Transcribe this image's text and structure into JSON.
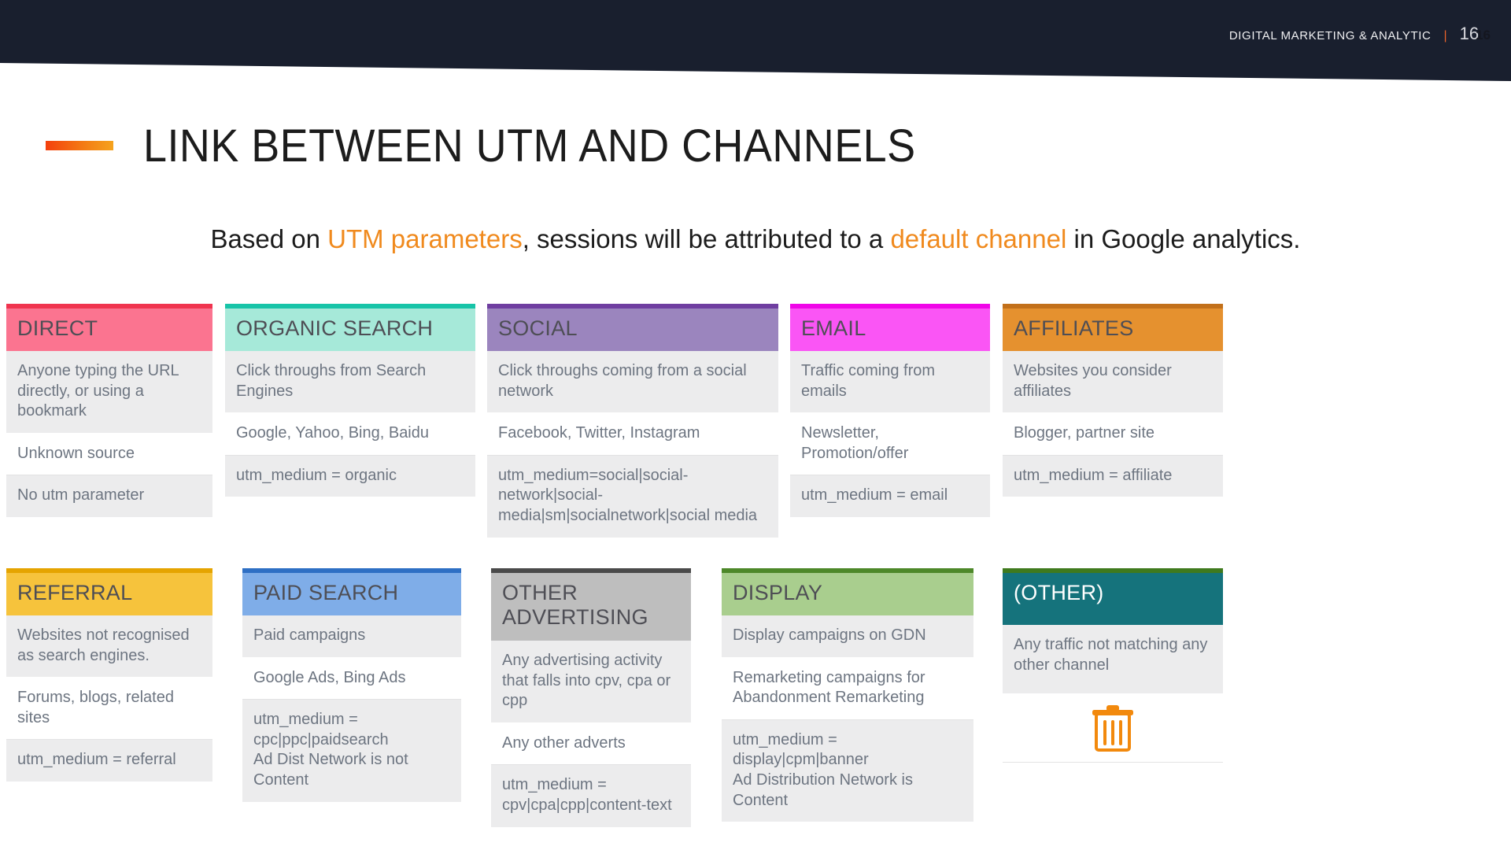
{
  "header": {
    "brand": "DIGITAL MARKETING & ANALYTIC",
    "separator": "|",
    "page_number": "16",
    "page_number_shadow": "16",
    "band_color": "#191F2E",
    "accent_color": "#E8622A"
  },
  "title": {
    "text": "LINK BETWEEN UTM AND CHANNELS",
    "accent_gradient_from": "#F4400E",
    "accent_gradient_to": "#F5A31E"
  },
  "subtitle": {
    "part1": "Based on ",
    "hl1": "UTM parameters",
    "part2": ", sessions will be attributed to a ",
    "hl2": "default channel",
    "part3": " in Google analytics.",
    "highlight_color": "#F08A1E"
  },
  "cards": [
    {
      "id": "direct",
      "title": "DIRECT",
      "header_bg": "#FB7490",
      "topbar": "#F0344F",
      "title_color": "#4e4e55",
      "rows": [
        {
          "text": "Anyone typing the URL directly, or using a bookmark",
          "shade": "gray"
        },
        {
          "text": "Unknown source",
          "shade": "white"
        },
        {
          "text": "No utm parameter",
          "shade": "gray"
        }
      ]
    },
    {
      "id": "organic-search",
      "title": "ORGANIC SEARCH",
      "header_bg": "#A6E9D9",
      "topbar": "#17C4A8",
      "title_color": "#4e4e55",
      "rows": [
        {
          "text": "Click throughs from Search Engines",
          "shade": "gray"
        },
        {
          "text": "Google, Yahoo, Bing, Baidu",
          "shade": "white"
        },
        {
          "text": "utm_medium = organic",
          "shade": "gray"
        }
      ]
    },
    {
      "id": "social",
      "title": "SOCIAL",
      "header_bg": "#9B85BE",
      "topbar": "#6F3EA0",
      "title_color": "#4e4e55",
      "rows": [
        {
          "text": "Click throughs coming from a social network",
          "shade": "gray"
        },
        {
          "text": "Facebook, Twitter, Instagram",
          "shade": "white"
        },
        {
          "text": "utm_medium=social|social-network|social-media|sm|socialnetwork|social media",
          "shade": "gray"
        }
      ]
    },
    {
      "id": "email",
      "title": "EMAIL",
      "header_bg": "#FA55F5",
      "topbar": "#F005E8",
      "title_color": "#4e4e55",
      "rows": [
        {
          "text": "Traffic  coming from emails",
          "shade": "gray"
        },
        {
          "text": "Newsletter, Promotion/offer",
          "shade": "white"
        },
        {
          "text": "utm_medium = email",
          "shade": "gray"
        }
      ]
    },
    {
      "id": "affiliates",
      "title": "AFFILIATES",
      "header_bg": "#E5912F",
      "topbar": "#C2701A",
      "title_color": "#4e4e55",
      "rows": [
        {
          "text": "Websites you consider affiliates",
          "shade": "gray"
        },
        {
          "text": "Blogger, partner site",
          "shade": "white"
        },
        {
          "text": "utm_medium = affiliate",
          "shade": "gray"
        }
      ]
    },
    {
      "id": "referral",
      "title": "REFERRAL",
      "header_bg": "#F6C33C",
      "topbar": "#E5A400",
      "title_color": "#4e4e55",
      "rows": [
        {
          "text": "Websites not recognised as search engines.",
          "shade": "gray"
        },
        {
          "text": "Forums, blogs, related sites",
          "shade": "white"
        },
        {
          "text": "utm_medium = referral",
          "shade": "gray"
        }
      ]
    },
    {
      "id": "paid-search",
      "title": "PAID SEARCH",
      "header_bg": "#7FADE8",
      "topbar": "#2E6FC4",
      "title_color": "#4e4e55",
      "rows": [
        {
          "text": "Paid campaigns",
          "shade": "gray"
        },
        {
          "text": "Google Ads, Bing Ads",
          "shade": "white"
        },
        {
          "text": "utm_medium = cpc|ppc|paidsearch\nAd Dist Network is not Content",
          "shade": "gray"
        }
      ]
    },
    {
      "id": "other-advertising",
      "title": "OTHER ADVERTISING",
      "header_bg": "#BEBEBE",
      "topbar": "#4A4A4A",
      "title_color": "#4e4e55",
      "rows": [
        {
          "text": "Any advertising activity that falls into cpv, cpa or cpp",
          "shade": "gray"
        },
        {
          "text": "Any other adverts",
          "shade": "white"
        },
        {
          "text": "utm_medium = cpv|cpa|cpp|content-text",
          "shade": "gray"
        }
      ]
    },
    {
      "id": "display",
      "title": "DISPLAY",
      "header_bg": "#A9CE8E",
      "topbar": "#4D8829",
      "title_color": "#4e4e55",
      "rows": [
        {
          "text": "Display campaigns on GDN",
          "shade": "gray"
        },
        {
          "text": "Remarketing campaigns for Abandonment Remarketing",
          "shade": "white"
        },
        {
          "text": "utm_medium = display|cpm|banner\nAd Distribution Network is Content",
          "shade": "gray"
        }
      ]
    },
    {
      "id": "other",
      "title": "(OTHER)",
      "header_bg": "#15737C",
      "topbar": "#3F7A1E",
      "title_color": "#ffffff",
      "rows": [
        {
          "text": "Any traffic not matching any other channel",
          "shade": "gray"
        }
      ],
      "trash_icon": "trash-icon",
      "trash_color": "#F2890D"
    }
  ]
}
